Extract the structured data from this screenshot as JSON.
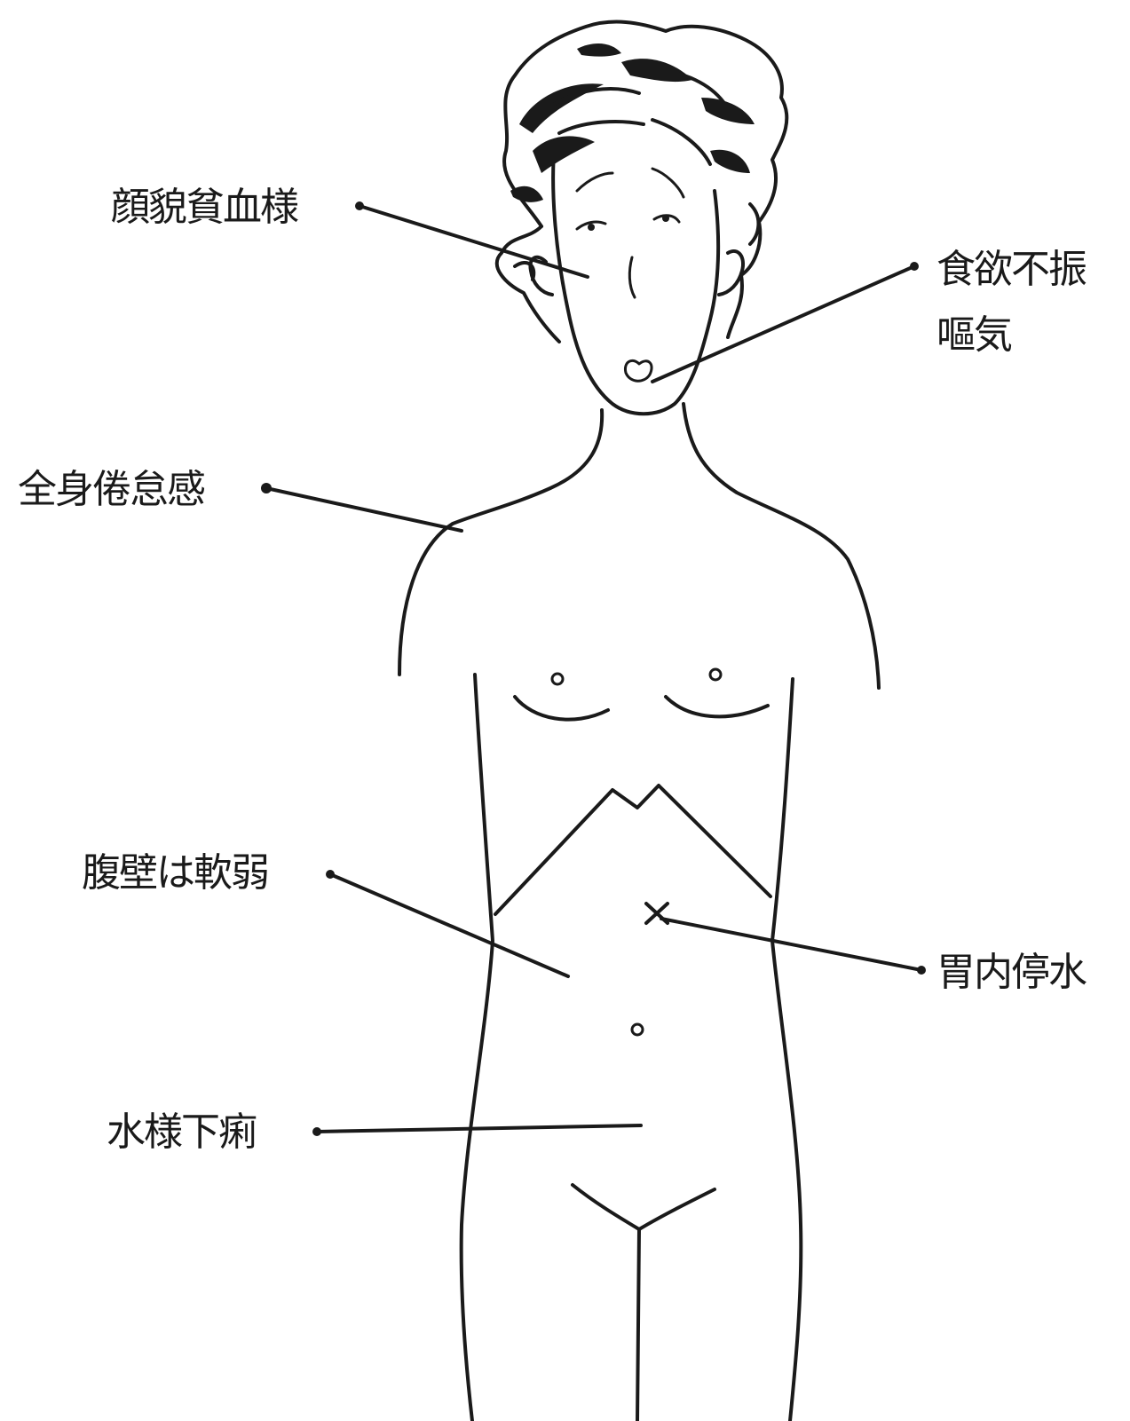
{
  "labels": {
    "pale_face": "顔貌貧血様",
    "appetite_line1": "食欲不振",
    "appetite_line2": "嘔気",
    "fatigue": "全身倦怠感",
    "abdominal_wall": "腹壁は軟弱",
    "gastric_fluid": "胃内停水",
    "diarrhea": "水様下痢"
  },
  "colors": {
    "ink": "#1a1a1a",
    "background": "#ffffff"
  }
}
